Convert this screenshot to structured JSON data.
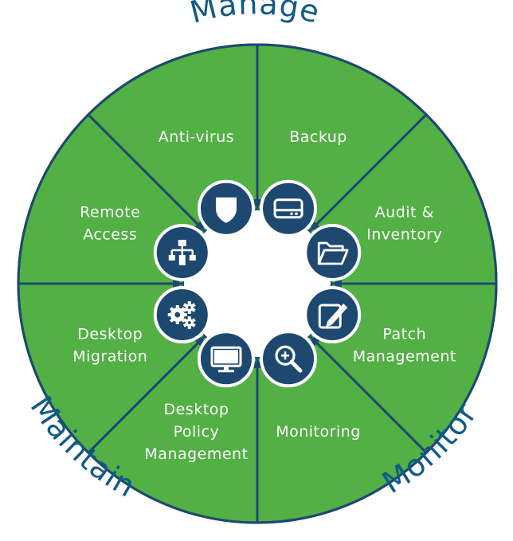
{
  "colors": {
    "segment_fill": "#52b044",
    "segment_stroke": "#1d4870",
    "icon_fill": "#1d4870",
    "heading": "#0f5a86",
    "center": "#ffffff"
  },
  "outer_labels": {
    "top": "Manage",
    "right": "Monitor",
    "left": "Maintain"
  },
  "segments": [
    {
      "name": "backup",
      "lines": [
        "Backup"
      ]
    },
    {
      "name": "audit-inventory",
      "lines": [
        "Audit &",
        "Inventory"
      ]
    },
    {
      "name": "patch-management",
      "lines": [
        "Patch",
        "Management"
      ]
    },
    {
      "name": "monitoring",
      "lines": [
        "Monitoring"
      ]
    },
    {
      "name": "desktop-policy",
      "lines": [
        "Desktop",
        "Policy",
        "Management"
      ]
    },
    {
      "name": "desktop-migration",
      "lines": [
        "Desktop",
        "Migration"
      ]
    },
    {
      "name": "remote-access",
      "lines": [
        "Remote",
        "Access"
      ]
    },
    {
      "name": "anti-virus",
      "lines": [
        "Anti-virus"
      ]
    }
  ],
  "icons": [
    {
      "name": "shield-icon"
    },
    {
      "name": "hard-drive-icon"
    },
    {
      "name": "folder-icon"
    },
    {
      "name": "edit-document-icon"
    },
    {
      "name": "magnifier-plus-icon"
    },
    {
      "name": "monitor-icon"
    },
    {
      "name": "gears-icon"
    },
    {
      "name": "network-icon"
    }
  ]
}
